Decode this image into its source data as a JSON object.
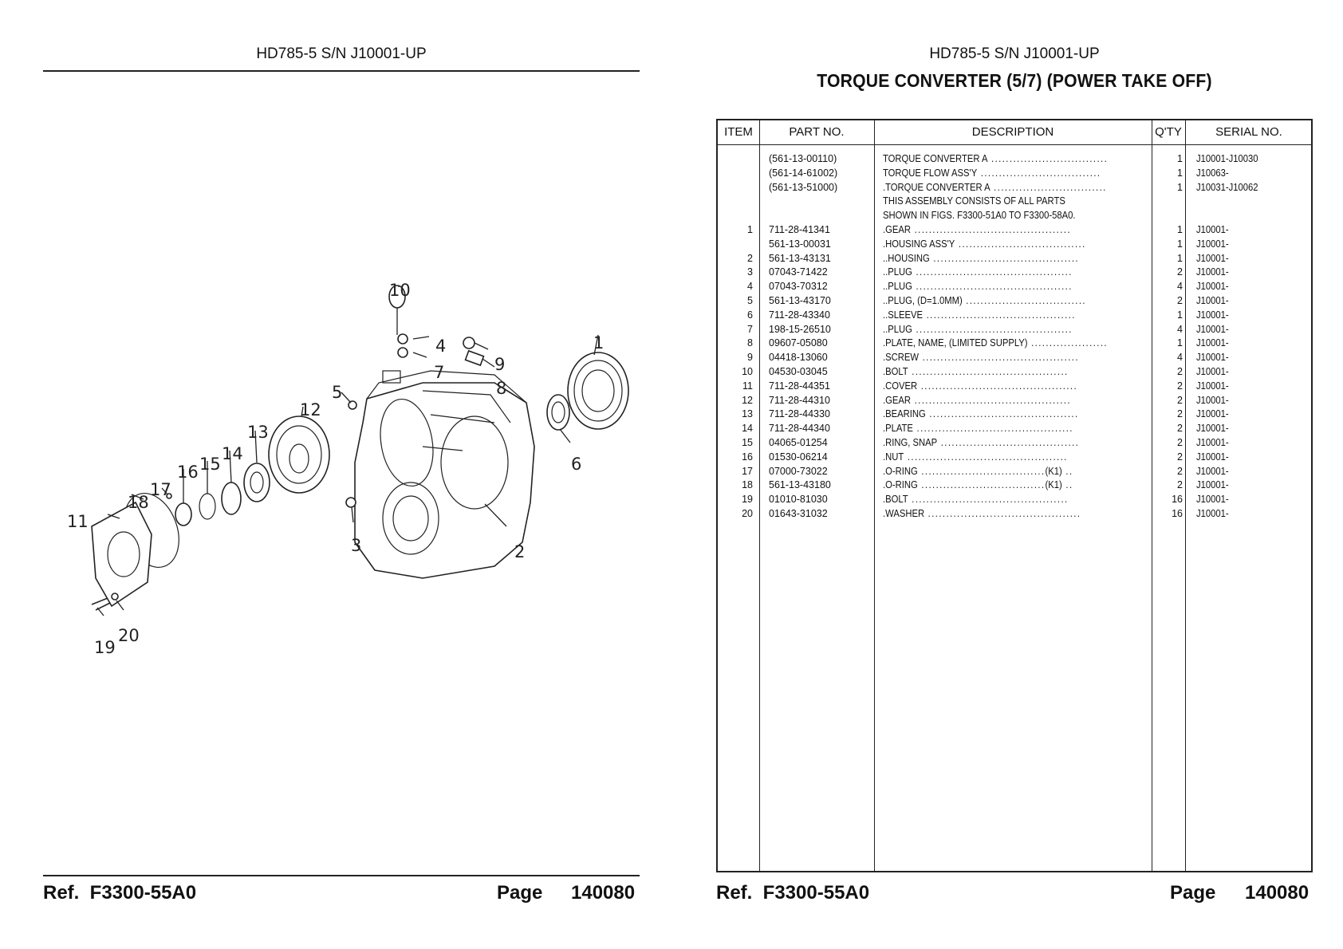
{
  "left_page": {
    "header": "HD785-5 S/N J10001-UP",
    "footer_ref": "Ref.  F3300-55A0",
    "footer_page_label": "Page",
    "footer_page_num": "140080",
    "callouts": [
      "1",
      "2",
      "3",
      "4",
      "5",
      "6",
      "7",
      "8",
      "9",
      "10",
      "11",
      "12",
      "13",
      "14",
      "15",
      "16",
      "17",
      "18",
      "19",
      "20"
    ]
  },
  "right_page": {
    "header": "HD785-5 S/N J10001-UP",
    "title": "TORQUE CONVERTER (5/7) (POWER TAKE OFF)",
    "footer_ref": "Ref.  F3300-55A0",
    "footer_page_label": "Page",
    "footer_page_num": "140080",
    "columns": [
      "ITEM",
      "PART NO.",
      "DESCRIPTION",
      "Q'TY",
      "SERIAL NO."
    ],
    "rows": [
      {
        "item": "",
        "part": "(561-13-00110)",
        "desc": "TORQUE CONVERTER A",
        "dots": true,
        "qty": "1",
        "serial": "J10001-J10030"
      },
      {
        "item": "",
        "part": "(561-14-61002)",
        "desc": "TORQUE FLOW ASS'Y",
        "dots": true,
        "qty": "1",
        "serial": "J10063-"
      },
      {
        "item": "",
        "part": "(561-13-51000)",
        "desc": ".TORQUE CONVERTER A",
        "dots": true,
        "qty": "1",
        "serial": "J10031-J10062"
      },
      {
        "item": "",
        "part": "",
        "desc": "THIS ASSEMBLY CONSISTS OF ALL PARTS",
        "dots": false,
        "qty": "",
        "serial": ""
      },
      {
        "item": "",
        "part": "",
        "desc": "SHOWN IN FIGS. F3300-51A0 TO F3300-58A0.",
        "dots": false,
        "qty": "",
        "serial": ""
      },
      {
        "item": "1",
        "part": "711-28-41341",
        "desc": ".GEAR",
        "dots": true,
        "qty": "1",
        "serial": "J10001-"
      },
      {
        "item": "",
        "part": "561-13-00031",
        "desc": ".HOUSING ASS'Y",
        "dots": true,
        "qty": "1",
        "serial": "J10001-"
      },
      {
        "item": "2",
        "part": "561-13-43131",
        "desc": "..HOUSING",
        "dots": true,
        "qty": "1",
        "serial": "J10001-"
      },
      {
        "item": "3",
        "part": "07043-71422",
        "desc": "..PLUG",
        "dots": true,
        "qty": "2",
        "serial": "J10001-"
      },
      {
        "item": "4",
        "part": "07043-70312",
        "desc": "..PLUG",
        "dots": true,
        "qty": "4",
        "serial": "J10001-"
      },
      {
        "item": "5",
        "part": "561-13-43170",
        "desc": "..PLUG, (D=1.0MM)",
        "dots": true,
        "qty": "2",
        "serial": "J10001-"
      },
      {
        "item": "6",
        "part": "711-28-43340",
        "desc": "..SLEEVE",
        "dots": true,
        "qty": "1",
        "serial": "J10001-"
      },
      {
        "item": "7",
        "part": "198-15-26510",
        "desc": "..PLUG",
        "dots": true,
        "qty": "4",
        "serial": "J10001-"
      },
      {
        "item": "8",
        "part": "09607-05080",
        "desc": ".PLATE, NAME, (LIMITED SUPPLY)",
        "dots": true,
        "qty": "1",
        "serial": "J10001-"
      },
      {
        "item": "9",
        "part": "04418-13060",
        "desc": ".SCREW",
        "dots": true,
        "qty": "4",
        "serial": "J10001-"
      },
      {
        "item": "10",
        "part": "04530-03045",
        "desc": ".BOLT",
        "dots": true,
        "qty": "2",
        "serial": "J10001-"
      },
      {
        "item": "11",
        "part": "711-28-44351",
        "desc": ".COVER",
        "dots": true,
        "qty": "2",
        "serial": "J10001-"
      },
      {
        "item": "12",
        "part": "711-28-44310",
        "desc": ".GEAR",
        "dots": true,
        "qty": "2",
        "serial": "J10001-"
      },
      {
        "item": "13",
        "part": "711-28-44330",
        "desc": ".BEARING",
        "dots": true,
        "qty": "2",
        "serial": "J10001-"
      },
      {
        "item": "14",
        "part": "711-28-44340",
        "desc": ".PLATE",
        "dots": true,
        "qty": "2",
        "serial": "J10001-"
      },
      {
        "item": "15",
        "part": "04065-01254",
        "desc": ".RING, SNAP",
        "dots": true,
        "qty": "2",
        "serial": "J10001-"
      },
      {
        "item": "16",
        "part": "01530-06214",
        "desc": ".NUT",
        "dots": true,
        "qty": "2",
        "serial": "J10001-"
      },
      {
        "item": "17",
        "part": "07000-73022",
        "desc": ".O-RING",
        "dots": true,
        "note": "(K1)",
        "qty": "2",
        "serial": "J10001-"
      },
      {
        "item": "18",
        "part": "561-13-43180",
        "desc": ".O-RING",
        "dots": true,
        "note": "(K1)",
        "qty": "2",
        "serial": "J10001-"
      },
      {
        "item": "19",
        "part": "01010-81030",
        "desc": ".BOLT",
        "dots": true,
        "qty": "16",
        "serial": "J10001-"
      },
      {
        "item": "20",
        "part": "01643-31032",
        "desc": ".WASHER",
        "dots": true,
        "qty": "16",
        "serial": "J10001-"
      }
    ]
  }
}
